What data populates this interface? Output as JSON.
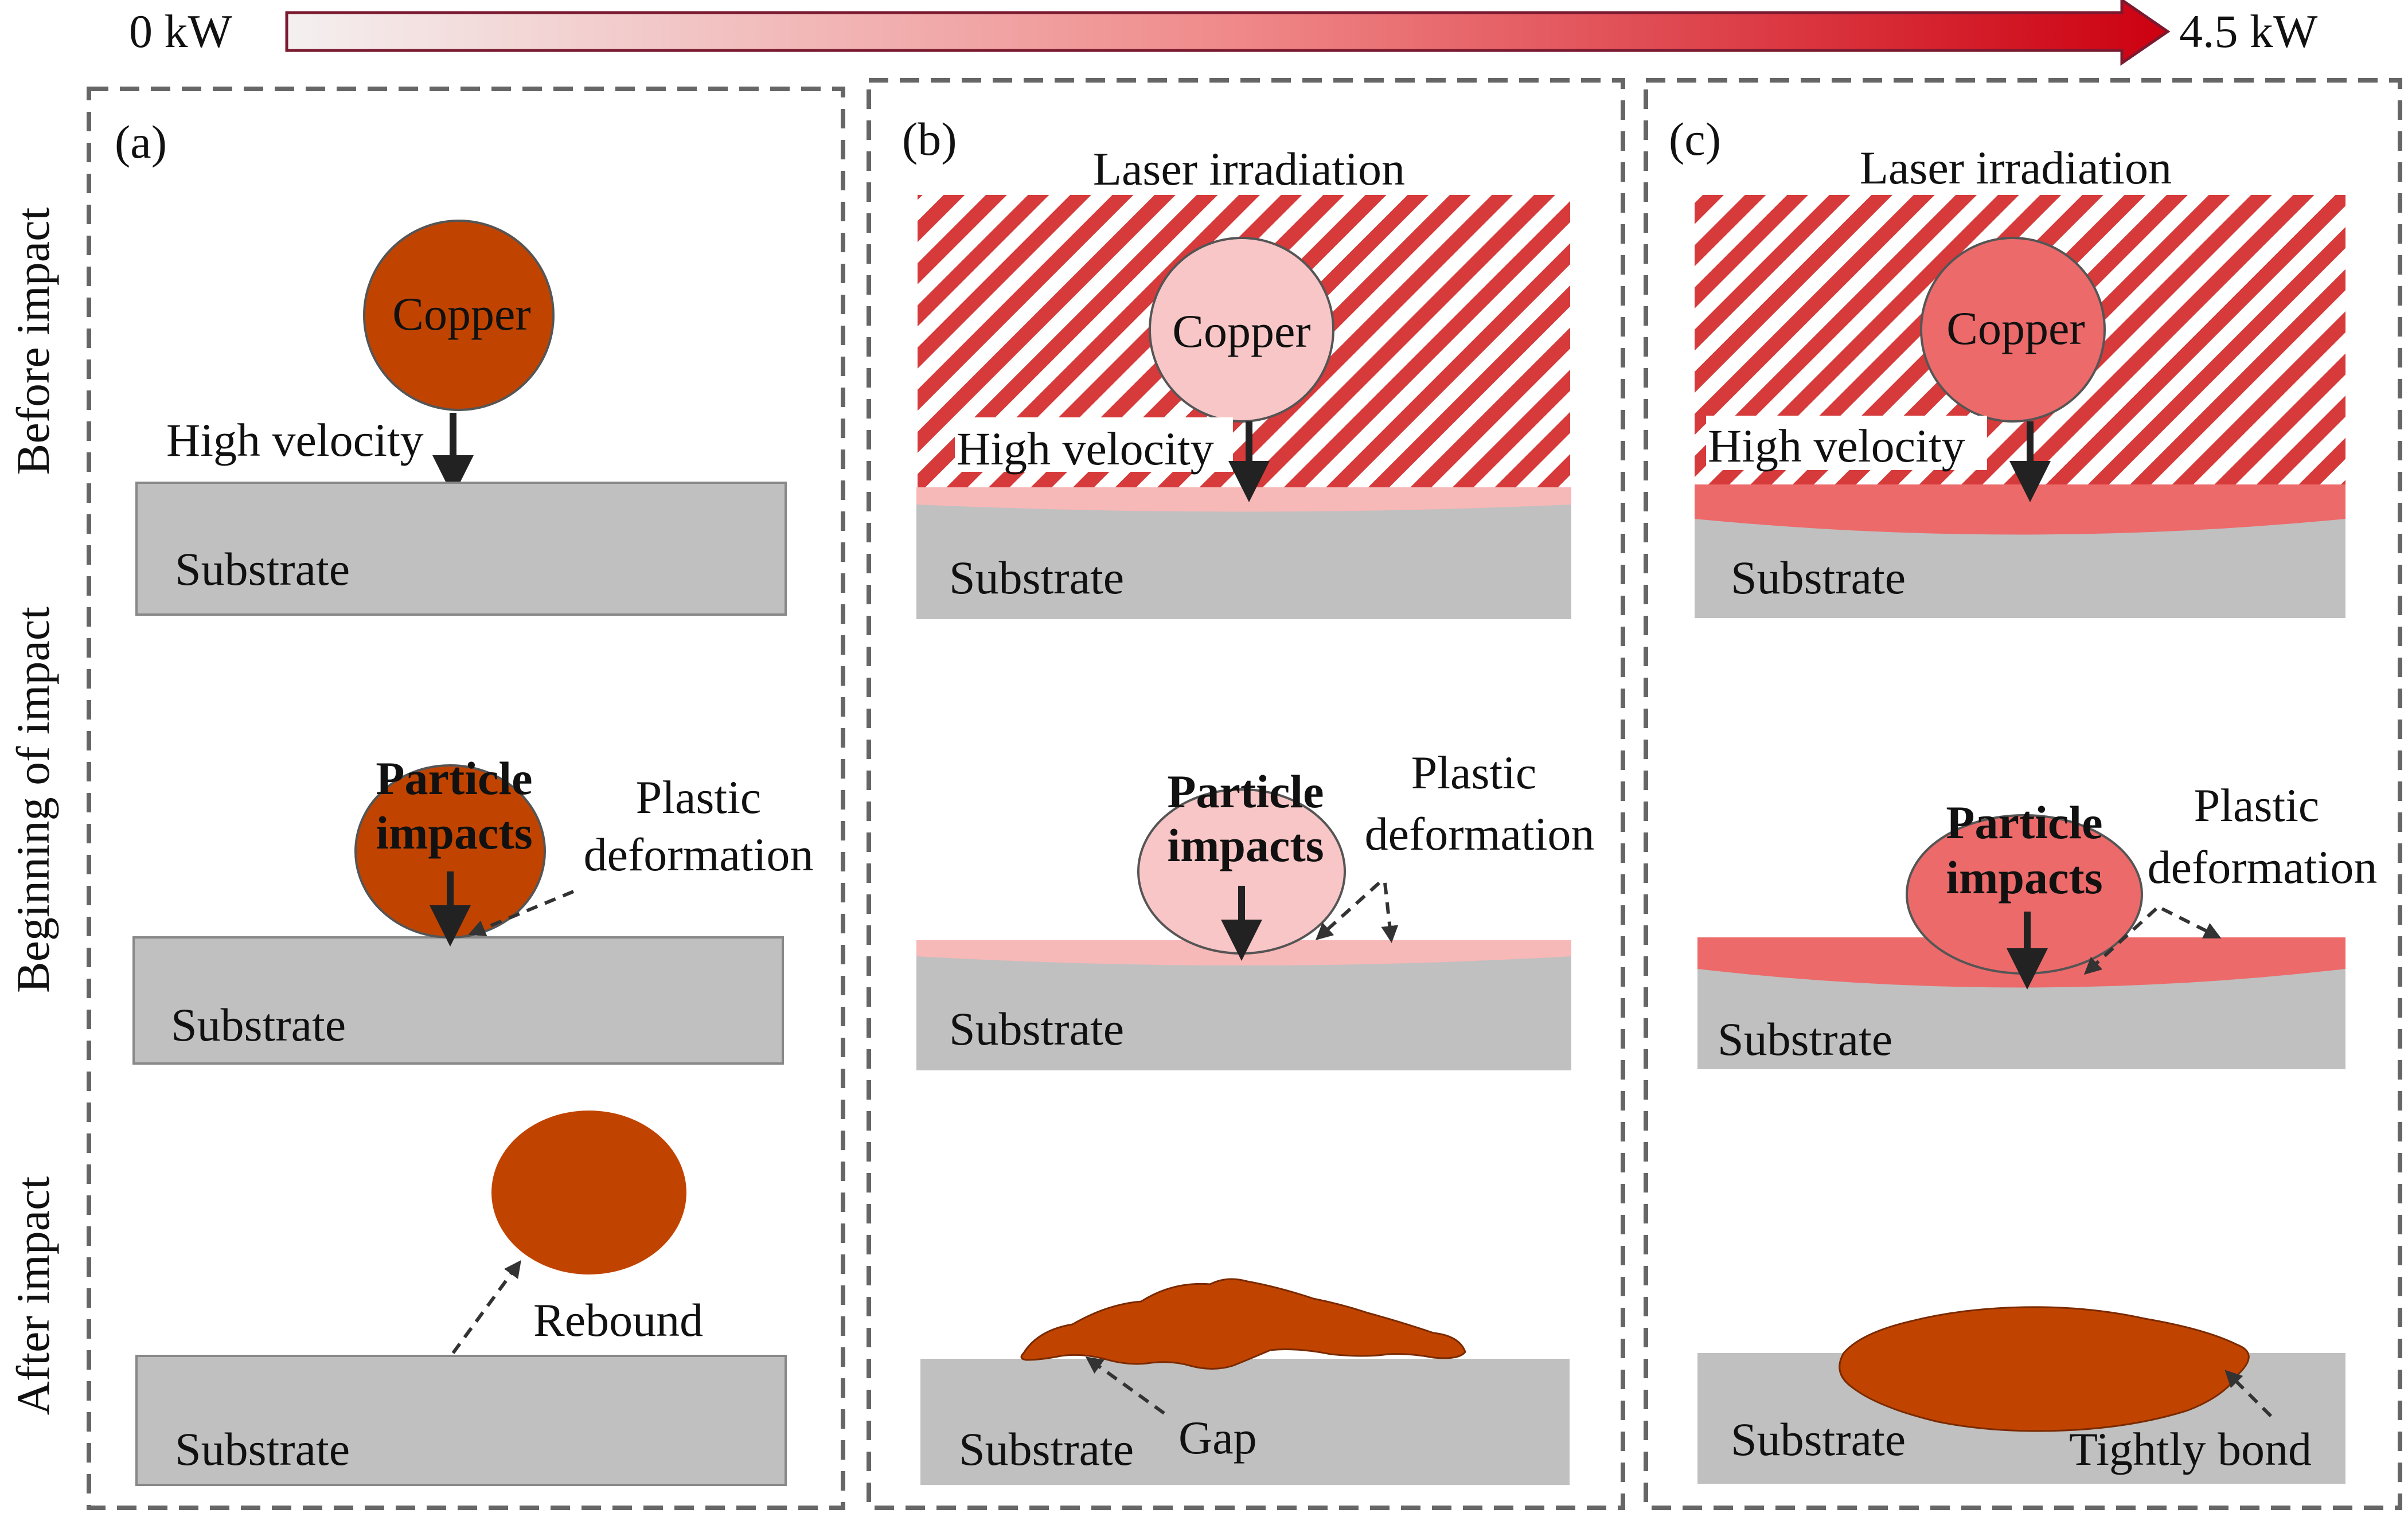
{
  "power_scale": {
    "min_label": "0 kW",
    "max_label": "4.5 kW"
  },
  "row_labels": {
    "before": "Before impact",
    "beginning": "Beginning of impact",
    "after": "After impact"
  },
  "panels": {
    "a": {
      "tag": "(a)",
      "copper": "Copper",
      "high_velocity": "High velocity",
      "substrate_1": "Substrate",
      "particle_impacts": [
        "Particle",
        "impacts"
      ],
      "plastic_deformation": [
        "Plastic",
        "deformation"
      ],
      "substrate_2": "Substrate",
      "rebound": "Rebound",
      "substrate_3": "Substrate"
    },
    "b": {
      "tag": "(b)",
      "laser": "Laser irradiation",
      "copper": "Copper",
      "high_velocity": "High velocity",
      "substrate_1": "Substrate",
      "particle_impacts": [
        "Particle",
        "impacts"
      ],
      "plastic_deformation": [
        "Plastic",
        "deformation"
      ],
      "substrate_2": "Substrate",
      "substrate_3": "Substrate",
      "gap": "Gap"
    },
    "c": {
      "tag": "(c)",
      "laser": "Laser irradiation",
      "copper": "Copper",
      "high_velocity": "High velocity",
      "substrate_1": "Substrate",
      "particle_impacts": [
        "Particle",
        "impacts"
      ],
      "plastic_deformation": [
        "Plastic",
        "deformation"
      ],
      "substrate_2": "Substrate",
      "substrate_3": "Substrate",
      "tightly_bond": "Tightly bond"
    }
  },
  "colors": {
    "copper_a": "#c04400",
    "copper_b": "#f8c6c6",
    "copper_c": "#ec6a6a",
    "substrate": "#c0c0c0",
    "laser_stripe": "#d63a3a",
    "gradient_start": "#f2f2f2",
    "gradient_end": "#cc0000"
  }
}
